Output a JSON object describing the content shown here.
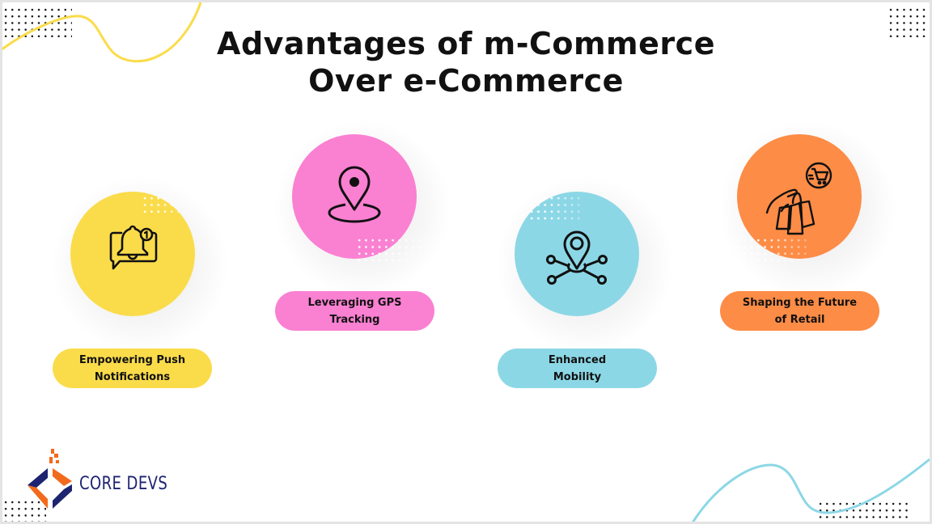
{
  "slide": {
    "title_line1": "Advantages of m-Commerce",
    "title_line2": "Over e-Commerce"
  },
  "items": [
    {
      "label_line1": "Empowering Push",
      "label_line2": "Notifications",
      "icon": "notification-bell-icon",
      "color": "#fadc4b"
    },
    {
      "label_line1": "Leveraging GPS",
      "label_line2": "Tracking",
      "icon": "location-pin-icon",
      "color": "#fa80d2"
    },
    {
      "label_line1": "Enhanced",
      "label_line2": "Mobility",
      "icon": "location-network-icon",
      "color": "#8cd7e6"
    },
    {
      "label_line1": "Shaping the Future",
      "label_line2": "of Retail",
      "icon": "shopping-bags-cart-icon",
      "color": "#fd8c46"
    }
  ],
  "brand": {
    "name": "CORE DEVS",
    "primary_color": "#1c2370",
    "accent_color": "#f26a1b"
  },
  "decor": {
    "top_wave_color": "#fadc4b",
    "bottom_wave_color": "#8cd7e6"
  }
}
